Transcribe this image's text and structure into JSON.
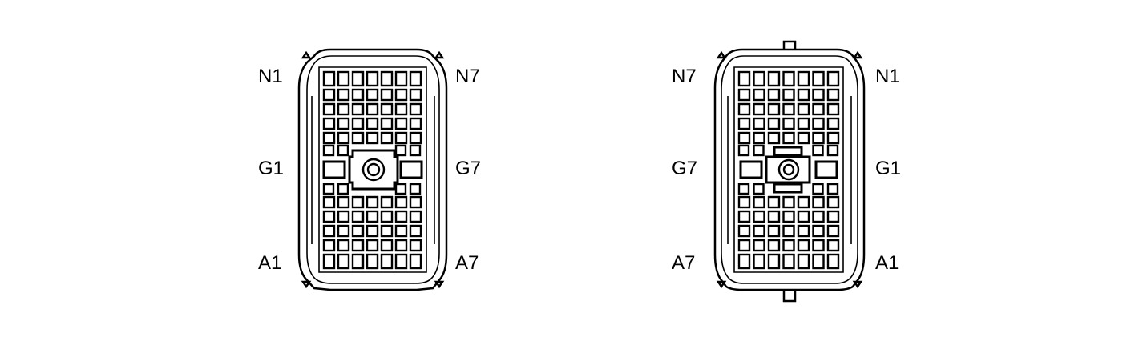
{
  "connectors": [
    {
      "view": "left",
      "labels": {
        "top_left": "N1",
        "top_right": "N7",
        "mid_left": "G1",
        "mid_right": "G7",
        "bottom_left": "A1",
        "bottom_right": "A7"
      }
    },
    {
      "view": "right",
      "labels": {
        "top_left": "N7",
        "top_right": "N1",
        "mid_left": "G7",
        "mid_right": "G1",
        "bottom_left": "A7",
        "bottom_right": "A1"
      }
    }
  ],
  "colors": {
    "line": "#000000",
    "background": "#ffffff"
  }
}
